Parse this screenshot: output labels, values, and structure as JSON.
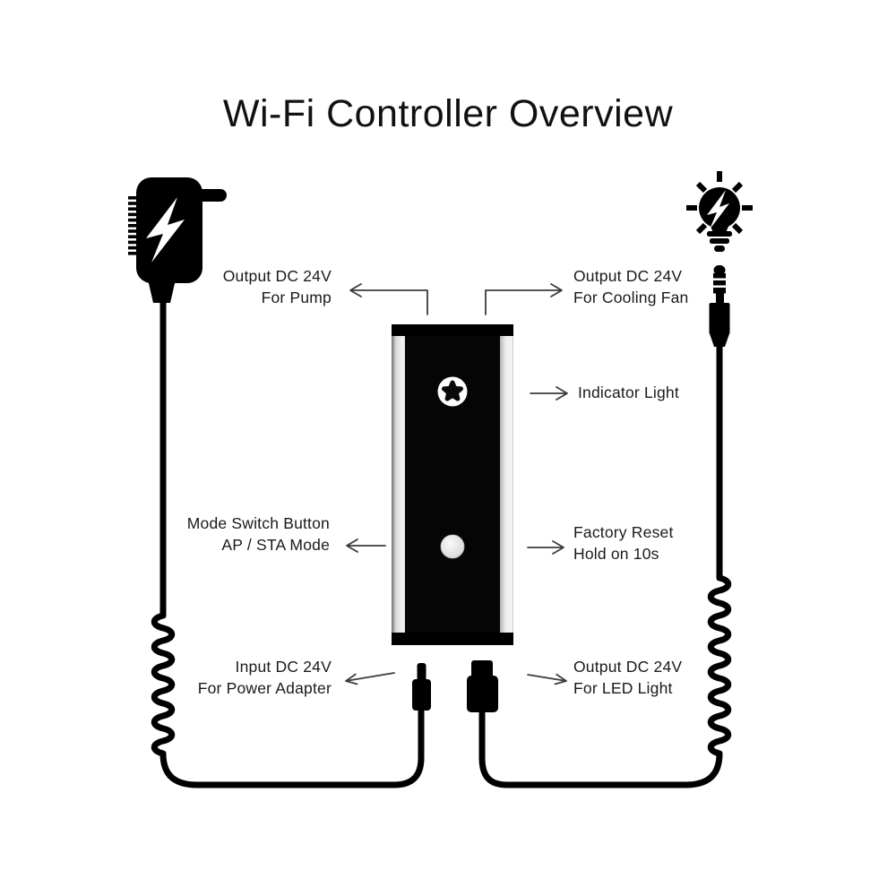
{
  "title": "Wi-Fi Controller Overview",
  "labels": {
    "pump": {
      "line1": "Output DC 24V",
      "line2": "For Pump"
    },
    "cooling_fan": {
      "line1": "Output DC 24V",
      "line2": "For Cooling Fan"
    },
    "indicator": {
      "line1": "Indicator Light"
    },
    "mode_switch": {
      "line1": "Mode Switch Button",
      "line2": "AP / STA Mode"
    },
    "factory_reset": {
      "line1": "Factory Reset",
      "line2": "Hold on 10s"
    },
    "input_power": {
      "line1": "Input DC 24V",
      "line2": "For Power Adapter"
    },
    "led": {
      "line1": "Output DC 24V",
      "line2": "For LED Light"
    }
  },
  "icons": {
    "power_adapter": "power-adapter-icon",
    "lightning_bolt": "lightning-bolt-icon",
    "light_bulb": "light-bulb-icon",
    "audio_jack": "audio-jack-plug-icon",
    "star_emblem": "star-emblem-icon",
    "mode_button": "mode-switch-button",
    "dc_connector": "dc-plug-connector",
    "usb_connector": "usb-plug-connector"
  },
  "colors": {
    "background": "#ffffff",
    "ink": "#000000",
    "text": "#1a1a1a",
    "arrow": "#3c3c3c",
    "rail_light": "#ececec",
    "rail_dark": "#777777",
    "button_face": "#e8e8e8"
  }
}
